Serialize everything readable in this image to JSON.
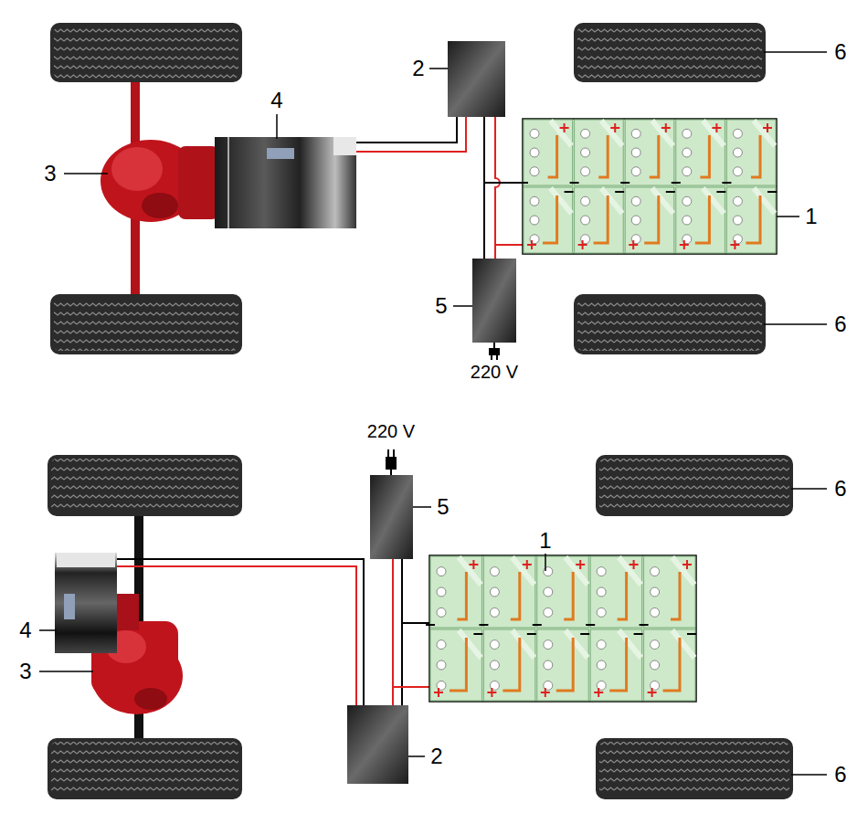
{
  "diagram": {
    "labels": [
      "2",
      "4",
      "6",
      "3",
      "1",
      "6",
      "5",
      "220 V",
      "220 V",
      "6",
      "5",
      "1",
      "4",
      "3",
      "6",
      "2"
    ]
  }
}
